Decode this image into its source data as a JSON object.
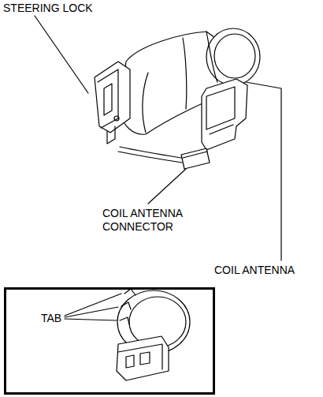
{
  "diagram": {
    "nodes": [
      {
        "text": [
          "TAB"
        ]
      }
    ],
    "labels": [
      "STEERING LOCK",
      "COIL ANTENNA CONNECTOR",
      "COIL ANTENNA"
    ]
  }
}
